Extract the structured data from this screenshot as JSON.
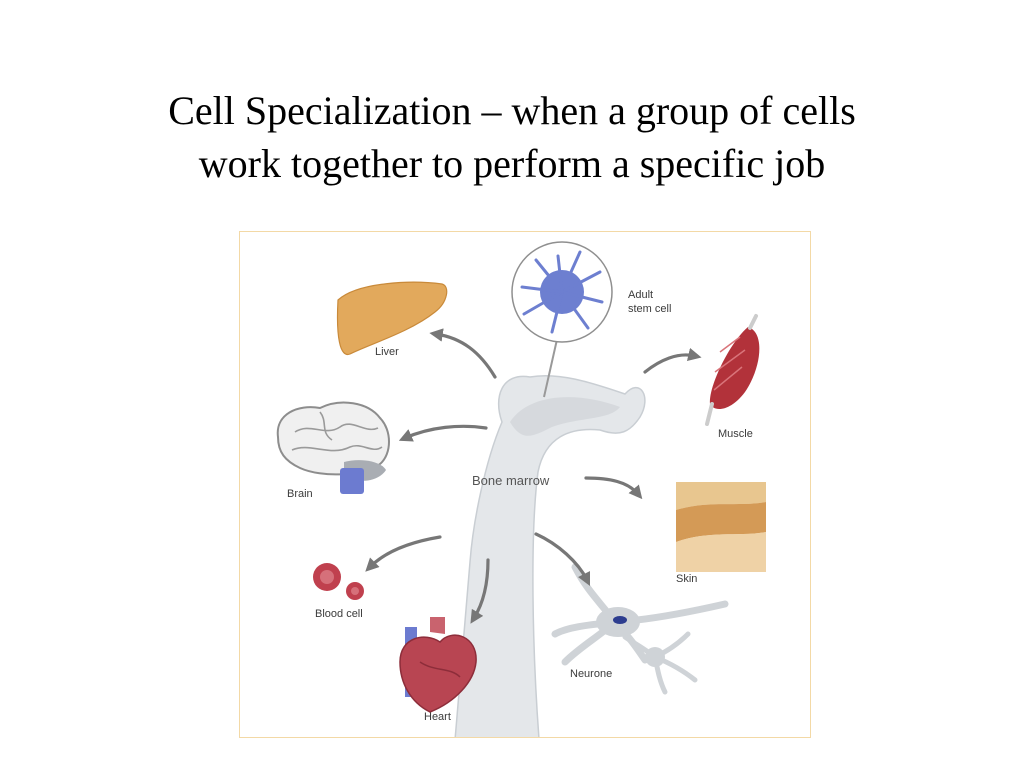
{
  "slide": {
    "title_line_1": "Cell Specialization – when a group of cells",
    "title_line_2": "work together to perform a specific job"
  },
  "diagram": {
    "labels": {
      "adult_stem_cell_line_1": "Adult",
      "adult_stem_cell_line_2": "stem cell",
      "liver": "Liver",
      "muscle": "Muscle",
      "brain": "Brain",
      "bone_marrow": "Bone marrow",
      "skin": "Skin",
      "blood_cell": "Blood cell",
      "neurone": "Neurone",
      "heart": "Heart"
    },
    "colors": {
      "stem_cell": "#6d7fd0",
      "liver": "#e2a95c",
      "muscle": "#b2323a",
      "brain": "#f0f0f0",
      "brain_stem": "#6c7bd0",
      "bone": "#e4e7ea",
      "skin": "#e9b777",
      "blood_cell": "#c0404e",
      "heart": "#b84552",
      "neurone": "#cfd3d7",
      "arrow": "#777777",
      "frame_border": "#f3d9a6"
    }
  }
}
